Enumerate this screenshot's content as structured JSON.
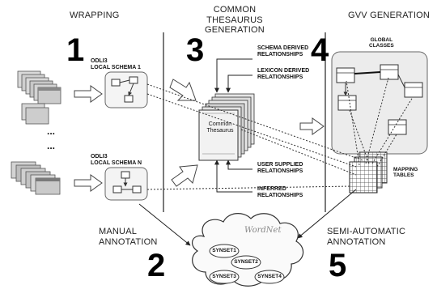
{
  "headers": {
    "wrapping": "WRAPPING",
    "common_thesaurus_generation": "COMMON THESAURUS\nGENERATION",
    "gvv_generation": "GVV GENERATION"
  },
  "step_numbers": [
    "1",
    "2",
    "3",
    "4",
    "5"
  ],
  "sources": {
    "ellipsis_top": "...",
    "ellipsis_bottom": "..."
  },
  "schemas": {
    "local_schema_1": "ODLI3\nLOCAL SCHEMA 1",
    "local_schema_n": "ODLI3\nLOCAL SCHEMA N"
  },
  "relationships": {
    "schema_derived": "SCHEMA DERIVED\nRELATIONSHIPS",
    "lexicon_derived": "LEXICON DERIVED\nRELATIONSHIPS",
    "user_supplied": "USER SUPPLIED\nRELATIONSHIPS",
    "inferred": "INFERRED\nRELATIONSHIPS"
  },
  "thesaurus": {
    "label": "Common\nThesaurus"
  },
  "gvv": {
    "global_classes": "GLOBAL\nCLASSES",
    "mapping_tables": "MAPPING\nTABLES"
  },
  "annotation": {
    "manual": "MANUAL\nANNOTATION",
    "semi_automatic": "SEMI-AUTOMATIC\nANNOTATION"
  },
  "wordnet": {
    "logo": "WordNet",
    "synsets": [
      "SYNSET1",
      "SYNSET2",
      "SYNSET3",
      "SYNSET4"
    ]
  }
}
